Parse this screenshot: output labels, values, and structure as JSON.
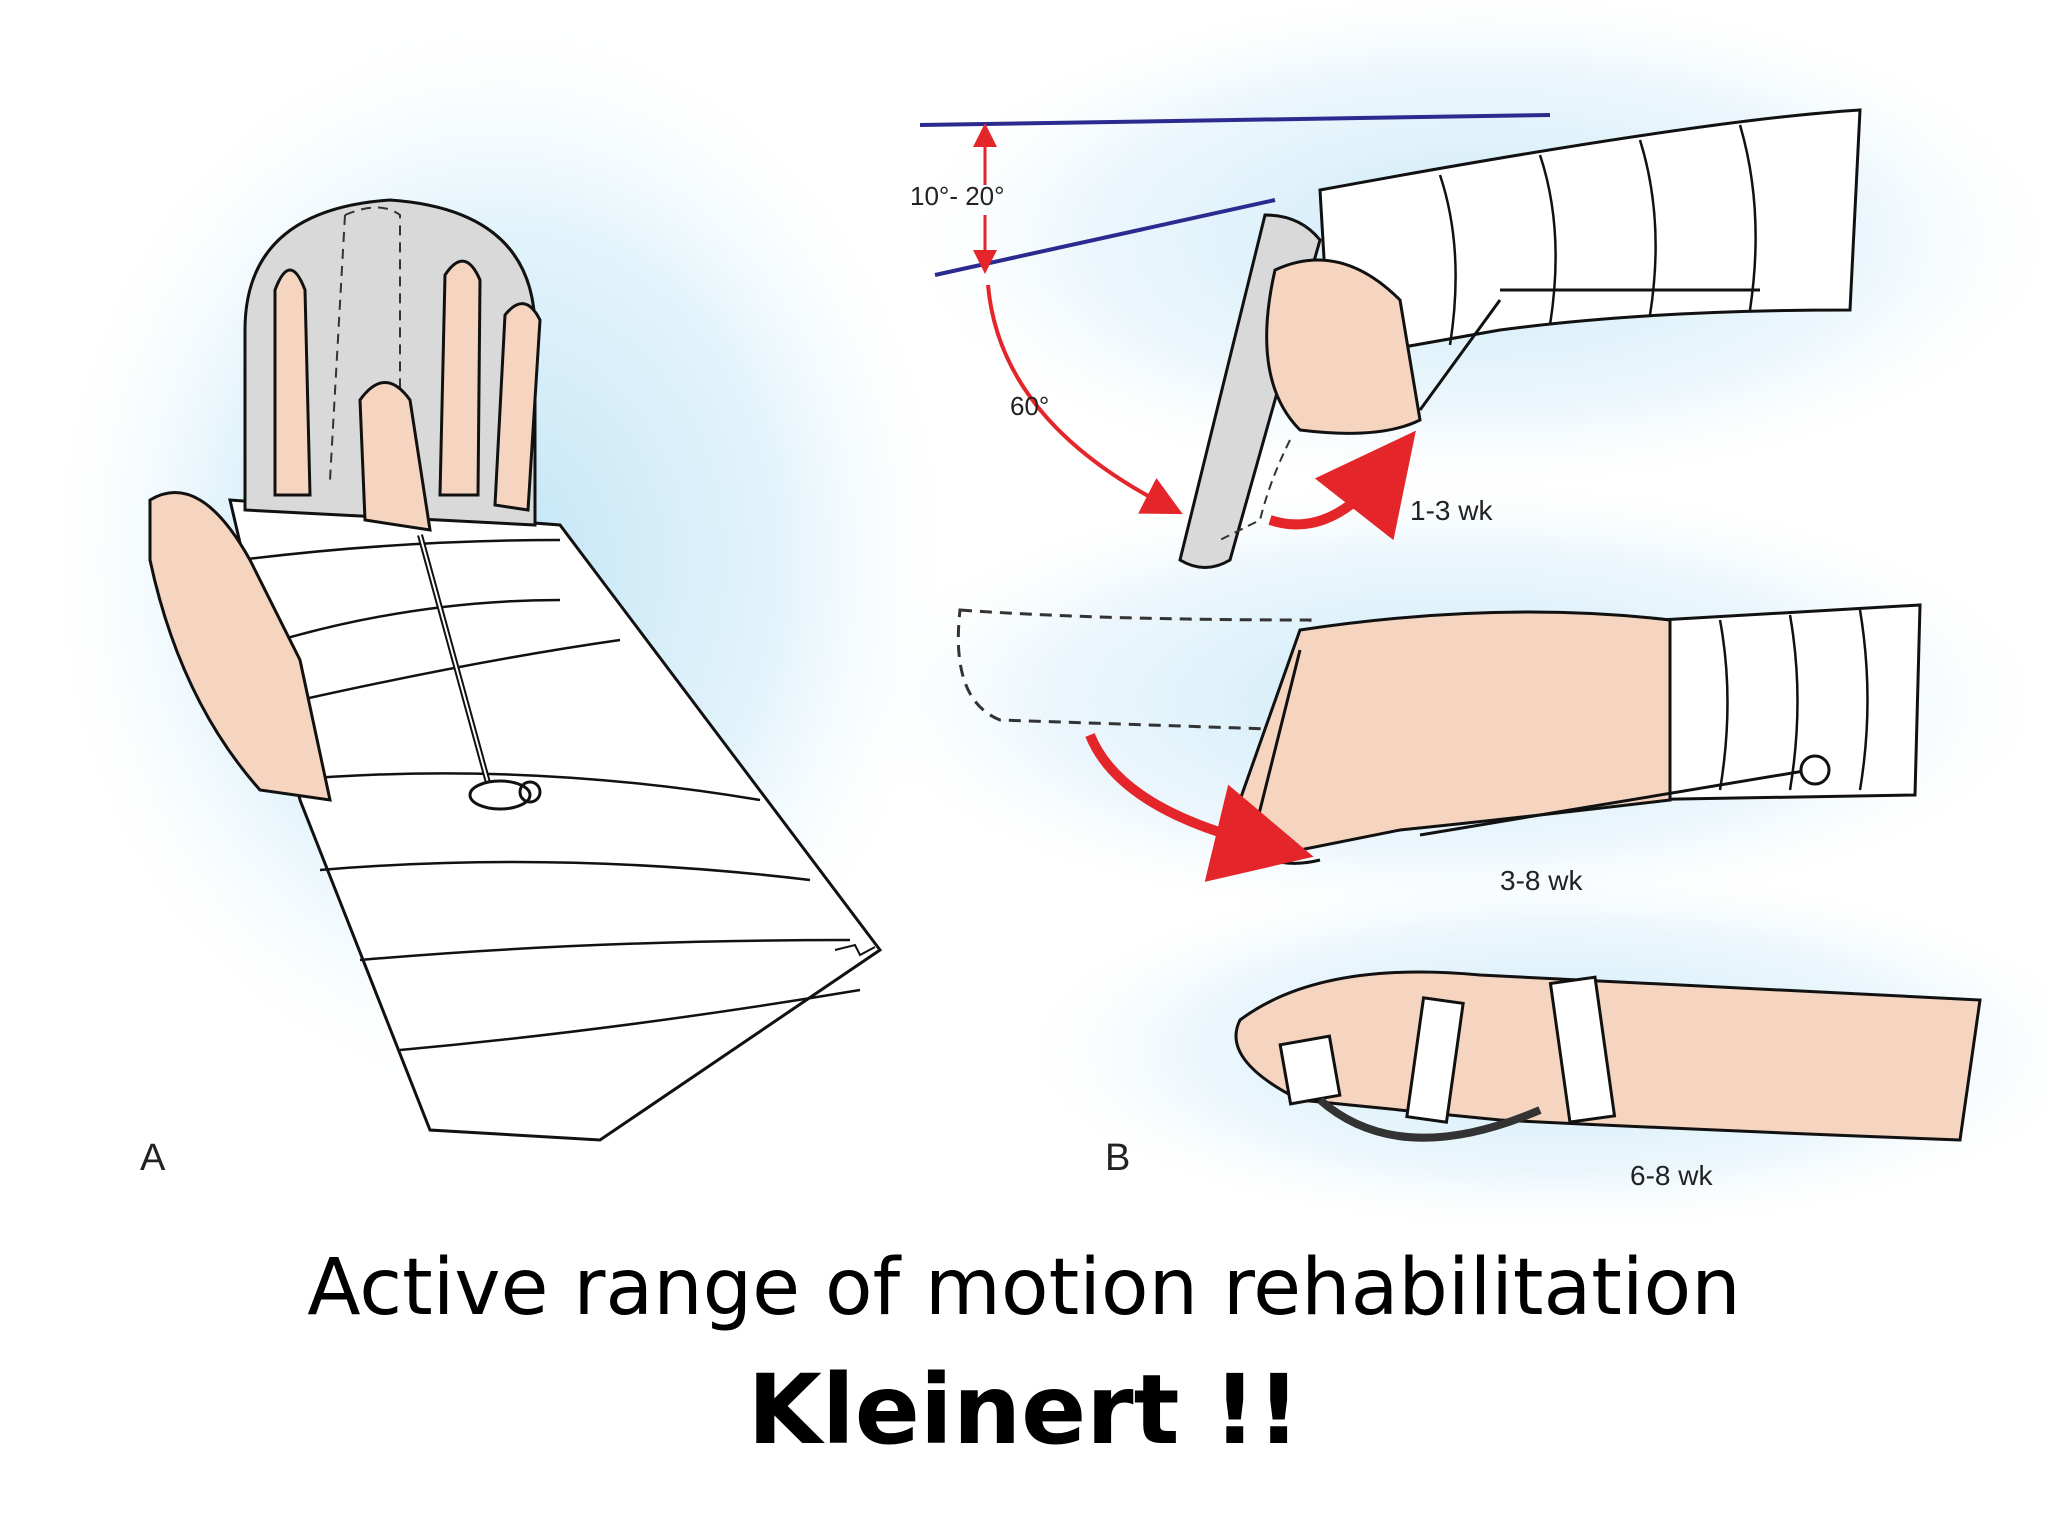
{
  "figure": {
    "panel_a_label": "A",
    "panel_b_label": "B",
    "angle_top_label": "10°- 20°",
    "angle_bottom_label": "60°",
    "stage1_label": "1-3 wk",
    "stage2_label": "3-8 wk",
    "stage3_label": "6-8 wk"
  },
  "caption": {
    "line1": "Active range of motion  rehabilitation",
    "line2": "Kleinert !!"
  },
  "colors": {
    "glow": "#bfe3f5",
    "skin": "#f5d5c0",
    "bandage": "#ffffff",
    "arrow": "#e4262a",
    "angle_line": "#2b2b8f",
    "splint": "#d9d9d9"
  }
}
